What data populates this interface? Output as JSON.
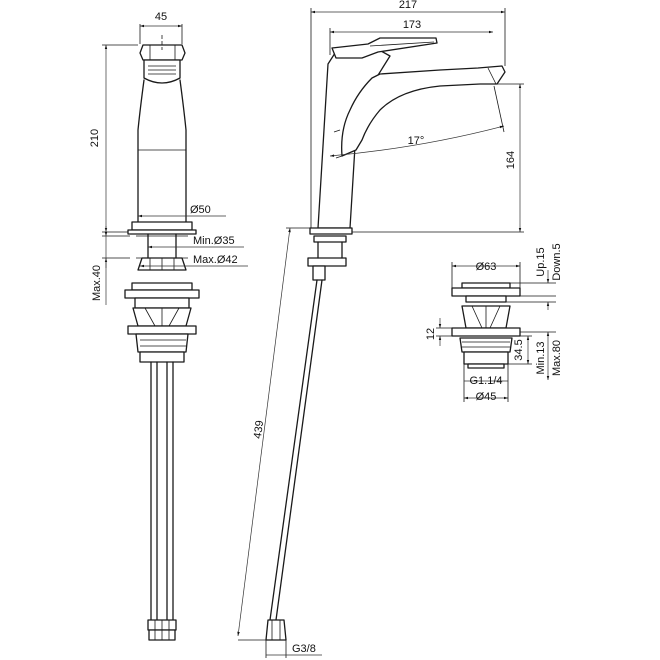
{
  "dimensions": {
    "front_width": "45",
    "front_height": "210",
    "spout_diameter": "Ø50",
    "hole_min": "Min.Ø35",
    "hole_max": "Max.Ø42",
    "deck_max": "Max.40",
    "overall_length": "217",
    "spout_reach": "173",
    "spout_angle": "17°",
    "spout_height": "164",
    "hose_length": "439",
    "hose_thread": "G3/8",
    "waste_diameter": "Ø63",
    "waste_up": "Up.15",
    "waste_down": "Down.5",
    "waste_flange": "12",
    "waste_body": "34.5",
    "waste_min": "Min.13",
    "waste_max": "Max.80",
    "waste_thread": "G1.1/4",
    "waste_body_diameter": "Ø45"
  }
}
